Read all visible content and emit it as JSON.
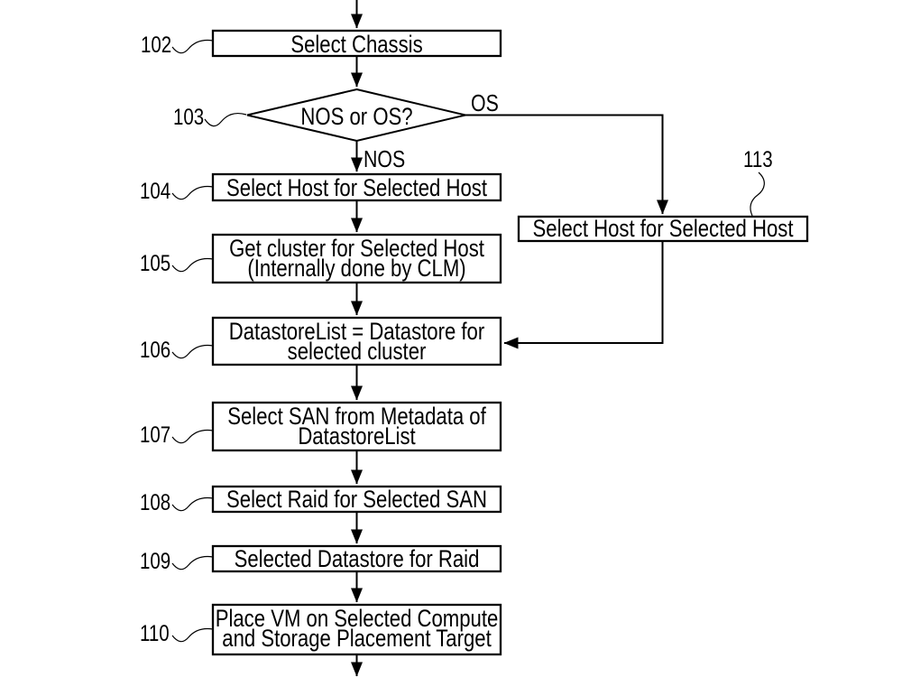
{
  "colors": {
    "line": "#000000",
    "box_fill": "#ffffff",
    "background": "#ffffff"
  },
  "edge_labels": {
    "os_branch": "OS",
    "nos_branch": "NOS"
  },
  "nodes": {
    "select_chassis": {
      "ref": "102",
      "text": "Select Chassis"
    },
    "nos_or_os_decision": {
      "ref": "103",
      "text": "NOS or OS?"
    },
    "select_host_nos": {
      "ref": "104",
      "text": "Select Host for Selected Host"
    },
    "get_cluster": {
      "ref": "105",
      "line1": "Get cluster for Selected Host",
      "line2": "(Internally done by CLM)"
    },
    "datastore_list": {
      "ref": "106",
      "line1": "DatastoreList = Datastore for",
      "line2": "selected cluster"
    },
    "select_san": {
      "ref": "107",
      "line1": "Select SAN from Metadata of",
      "line2": "DatastoreList"
    },
    "select_raid": {
      "ref": "108",
      "text": "Select Raid for Selected SAN"
    },
    "selected_datastore": {
      "ref": "109",
      "text": "Selected Datastore for Raid"
    },
    "place_vm": {
      "ref": "110",
      "line1": "Place VM on Selected Compute",
      "line2": "and Storage Placement Target"
    },
    "select_host_os": {
      "ref": "113",
      "text": "Select Host for Selected Host"
    }
  }
}
